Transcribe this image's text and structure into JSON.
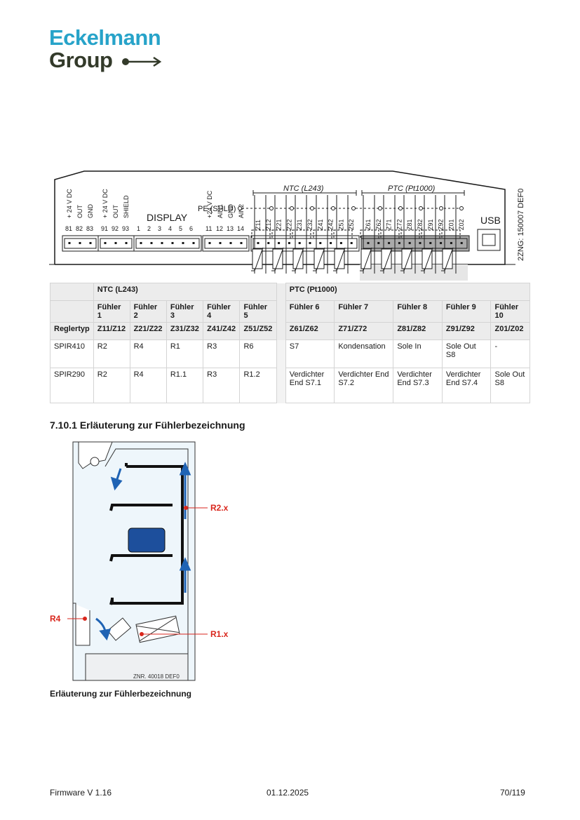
{
  "logo": {
    "line1": "Eckelmann",
    "line2": "Group"
  },
  "device": {
    "term_groups": [
      {
        "labels": [
          "+ 24 V DC",
          "OUT",
          "GND"
        ],
        "numbers": [
          "81",
          "82",
          "83"
        ]
      },
      {
        "labels": [
          "+ 24 V DC",
          "OUT",
          "SHIELD"
        ],
        "numbers": [
          "91",
          "92",
          "93"
        ]
      },
      {
        "labels": [],
        "numbers": [
          "1",
          "2",
          "3",
          "4",
          "5",
          "6"
        ]
      },
      {
        "labels": [
          "+24 V DC",
          "AIN1",
          "GND",
          "AIN2"
        ],
        "numbers": [
          "11",
          "12",
          "13",
          "14"
        ]
      }
    ],
    "display_label": "DISPLAY",
    "z_labels": [
      "Z11",
      "Z12",
      "Z21",
      "Z22",
      "Z31",
      "Z32",
      "Z41",
      "Z42",
      "Z51",
      "Z52",
      "Z61",
      "Z62",
      "Z71",
      "Z72",
      "Z81",
      "Z82",
      "Z91",
      "Z92",
      "Z01",
      "Z02"
    ],
    "usb_label": "USB",
    "drawing_no": "2ZNG: 150007 DEF0",
    "ntc_label": "NTC  (L243)",
    "ptc_label": "PTC  (Pt1000)",
    "pe_label": "PE (SHLD)"
  },
  "table": {
    "group_row": [
      "",
      "NTC (L243)",
      "PTC (Pt1000)"
    ],
    "fuehler_row": [
      "",
      "Fühler 1",
      "Fühler 2",
      "Fühler 3",
      "Fühler 4",
      "Fühler 5",
      "Fühler 6",
      "Fühler 7",
      "Fühler 8",
      "Fühler 9",
      "Fühler 10"
    ],
    "regler_row": [
      "Reglertyp",
      "Z11/Z12",
      "Z21/Z22",
      "Z31/Z32",
      "Z41/Z42",
      "Z51/Z52",
      "Z61/Z62",
      "Z71/Z72",
      "Z81/Z82",
      "Z91/Z92",
      "Z01/Z02"
    ],
    "rows": [
      [
        "SPIR410",
        "R2",
        "R4",
        "R1",
        "R3",
        "R6",
        "S7",
        "Kondensation",
        "Sole In",
        "Sole Out S8",
        "-"
      ],
      [
        "SPIR290",
        "R2",
        "R4",
        "R1.1",
        "R3",
        "R1.2",
        "Verdichter End S7.1",
        "Verdichter End S7.2",
        "Verdichter End S7.3",
        "Verdichter End S7.4",
        "Sole Out S8"
      ]
    ]
  },
  "section_title": "7.10.1  Erläuterung zur Fühlerbezeichnung",
  "cabinet": {
    "r2": "R2.x",
    "r4": "R4",
    "r1": "R1.x",
    "znr": "ZNR. 40018 DEF0"
  },
  "caption": "Erläuterung zur Fühlerbezeichnung",
  "footer": {
    "left": "Firmware V 1.16",
    "center": "01.12.2025",
    "right": "70/119"
  },
  "colors": {
    "logo_blue": "#27a3c9",
    "logo_dark": "#333a2a",
    "marker_red": "#d9261c",
    "arrow_blue": "#1f63b4"
  }
}
